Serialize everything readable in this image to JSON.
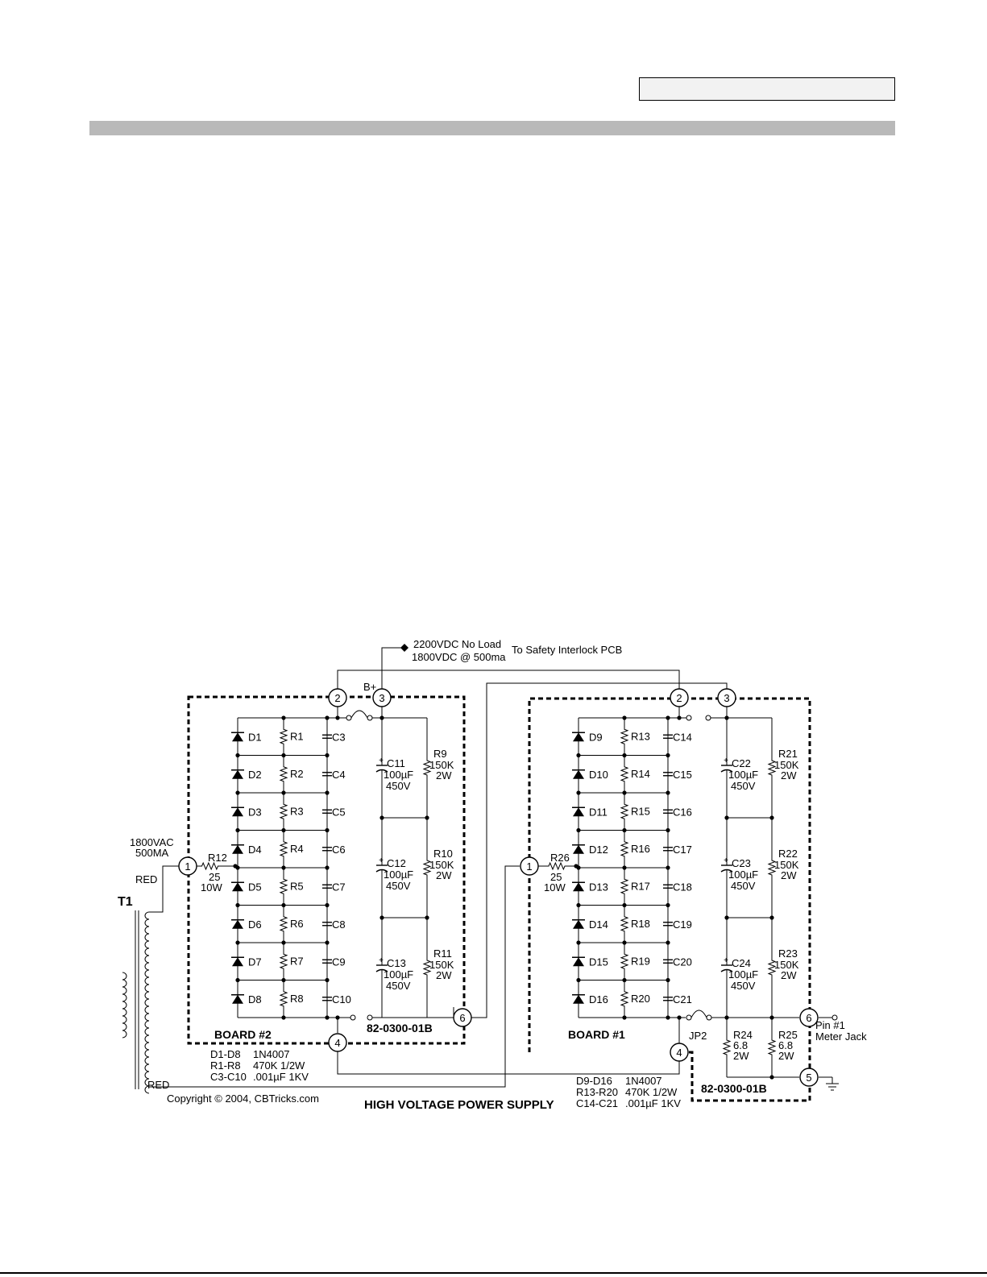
{
  "page": {
    "header_box_text": ""
  },
  "diagram": {
    "title": "HIGH VOLTAGE POWER SUPPLY",
    "copyright": "Copyright © 2004, CBTricks.com",
    "output": {
      "line1": "2200VDC No Load",
      "line2": "1800VDC @ 500ma",
      "destination": "To Safety Interlock PCB",
      "b_plus": "B+"
    },
    "transformer": {
      "name": "T1",
      "rating1": "1800VAC",
      "rating2": "500MA",
      "lead_top": "RED",
      "lead_bottom": "RED"
    },
    "board2": {
      "name": "BOARD #2",
      "part_number": "82-0300-01B",
      "terminals": [
        "1",
        "2",
        "3",
        "4",
        "6"
      ],
      "diodes": [
        "D1",
        "D2",
        "D3",
        "D4",
        "D5",
        "D6",
        "D7",
        "D8"
      ],
      "resistors": [
        "R1",
        "R2",
        "R3",
        "R4",
        "R5",
        "R6",
        "R7",
        "R8"
      ],
      "capacitors": [
        "C3",
        "C4",
        "C5",
        "C6",
        "C7",
        "C8",
        "C9",
        "C10"
      ],
      "input_resistor": {
        "name": "R12",
        "value": "25",
        "rating": "10W"
      },
      "filter": [
        {
          "cap": "C11",
          "cap_value": "100µF",
          "cap_voltage": "450V",
          "res": "R9",
          "res_value": "150K",
          "res_rating": "2W"
        },
        {
          "cap": "C12",
          "cap_value": "100µF",
          "cap_voltage": "450V",
          "res": "R10",
          "res_value": "150K",
          "res_rating": "2W"
        },
        {
          "cap": "C13",
          "cap_value": "100µF",
          "cap_voltage": "450V",
          "res": "R11",
          "res_value": "150K",
          "res_rating": "2W"
        }
      ],
      "legend": [
        {
          "ref": "D1-D8",
          "value": "1N4007"
        },
        {
          "ref": "R1-R8",
          "value": "470K 1/2W"
        },
        {
          "ref": "C3-C10",
          "value": ".001µF 1KV"
        }
      ]
    },
    "board1": {
      "name": "BOARD #1",
      "part_number": "82-0300-01B",
      "terminals": [
        "1",
        "2",
        "3",
        "4",
        "5",
        "6"
      ],
      "diodes": [
        "D9",
        "D10",
        "D11",
        "D12",
        "D13",
        "D14",
        "D15",
        "D16"
      ],
      "resistors": [
        "R13",
        "R14",
        "R15",
        "R16",
        "R17",
        "R18",
        "R19",
        "R20"
      ],
      "capacitors": [
        "C14",
        "C15",
        "C16",
        "C17",
        "C18",
        "C19",
        "C20",
        "C21"
      ],
      "input_resistor": {
        "name": "R26",
        "value": "25",
        "rating": "10W"
      },
      "filter": [
        {
          "cap": "C22",
          "cap_value": "100µF",
          "cap_voltage": "450V",
          "res": "R21",
          "res_value": "150K",
          "res_rating": "2W"
        },
        {
          "cap": "C23",
          "cap_value": "100µF",
          "cap_voltage": "450V",
          "res": "R22",
          "res_value": "150K",
          "res_rating": "2W"
        },
        {
          "cap": "C24",
          "cap_value": "100µF",
          "cap_voltage": "450V",
          "res": "R23",
          "res_value": "150K",
          "res_rating": "2W"
        }
      ],
      "shunts": [
        {
          "name": "R24",
          "value": "6.8",
          "rating": "2W"
        },
        {
          "name": "R25",
          "value": "6.8",
          "rating": "2W"
        }
      ],
      "jumper": "JP2",
      "meter": {
        "line1": "Pin #1",
        "line2": "Meter Jack"
      },
      "legend": [
        {
          "ref": "D9-D16",
          "value": "1N4007"
        },
        {
          "ref": "R13-R20",
          "value": "470K 1/2W"
        },
        {
          "ref": "C14-C21",
          "value": ".001µF 1KV"
        }
      ]
    }
  }
}
